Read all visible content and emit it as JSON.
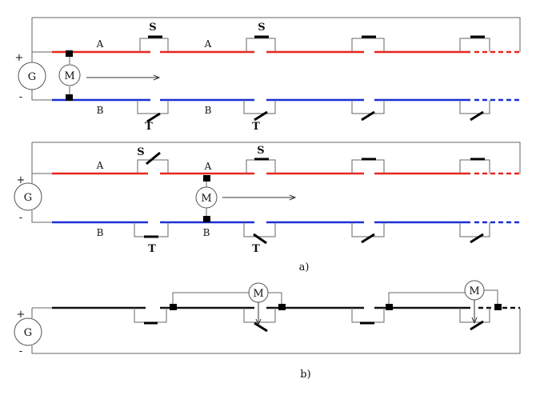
{
  "labels": {
    "generator": "G",
    "motor": "M",
    "plus": "+",
    "minus": "-",
    "rail_a": "A",
    "rail_b": "B",
    "switch_s": "S",
    "switch_t": "T",
    "caption_a": "a)",
    "caption_b": "b)"
  },
  "colors": {
    "rail_a": "#e8261f",
    "rail_b": "#1c2fd6",
    "rail_single": "#111111",
    "wire": "#666666"
  }
}
